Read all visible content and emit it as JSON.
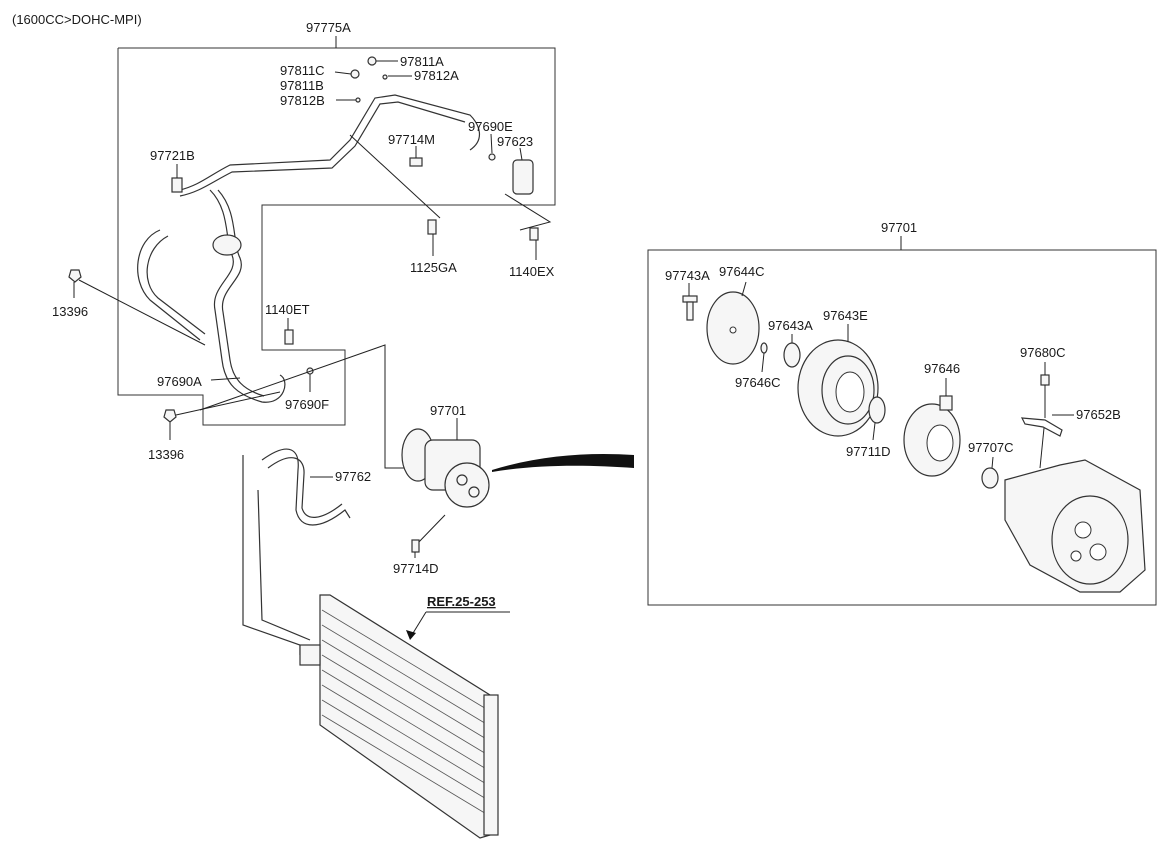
{
  "header": {
    "engine_spec": "(1600CC>DOHC-MPI)"
  },
  "assembly_labels": {
    "hose_assembly": "97775A",
    "compressor_assembly_detail": "97701",
    "compressor_main": "97701",
    "condenser_ref": "REF.25-253"
  },
  "part_labels": {
    "p97811A": "97811A",
    "p97811C": "97811C",
    "p97811B": "97811B",
    "p97812A": "97812A",
    "p97812B": "97812B",
    "p97690E": "97690E",
    "p97714M": "97714M",
    "p97623": "97623",
    "p97721B": "97721B",
    "p1125GA": "1125GA",
    "p1140EX": "1140EX",
    "p13396_top": "13396",
    "p1140ET": "1140ET",
    "p97690A": "97690A",
    "p97690F": "97690F",
    "p13396_bottom": "13396",
    "p97762": "97762",
    "p97714D": "97714D",
    "p97743A": "97743A",
    "p97644C": "97644C",
    "p97643A": "97643A",
    "p97643E": "97643E",
    "p97646C": "97646C",
    "p97646": "97646",
    "p97680C": "97680C",
    "p97652B": "97652B",
    "p97711D": "97711D",
    "p97707C": "97707C"
  }
}
